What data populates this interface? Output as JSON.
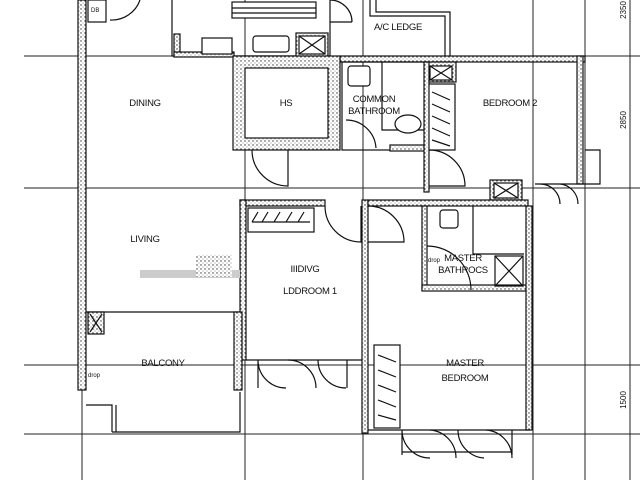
{
  "rooms": {
    "ac_ledge": "A/C LEDGE",
    "dining": "DINING",
    "hs": "HS",
    "common_bathroom_1": "COMMON",
    "common_bathroom_2": "BATHROOM",
    "bedroom2": "BEDROOM 2",
    "living": "LIVING",
    "bedroom1_line1": "IIIDIVG",
    "bedroom1_line2": "LDDROOM 1",
    "master_bathroom_1": "MASTER",
    "master_bathroom_2": "BATHROCS",
    "balcony": "BALCONY",
    "master_bedroom_1": "MASTER",
    "master_bedroom_2": "BEDROOM"
  },
  "annotations": {
    "db": "DB",
    "drop_1": "drop",
    "drop_2": "drop"
  },
  "dimensions": {
    "top": "2350",
    "middle": "2850",
    "bottom": "1500"
  }
}
